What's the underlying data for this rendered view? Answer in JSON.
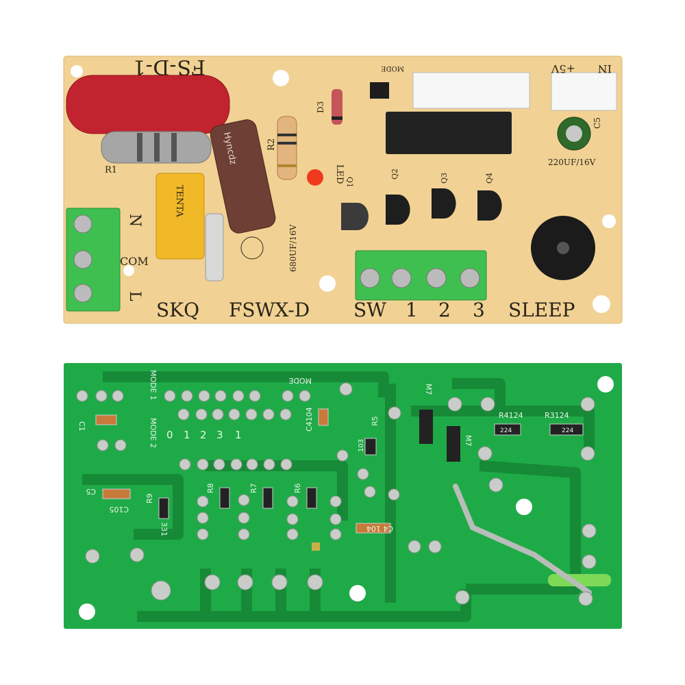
{
  "top_board": {
    "model_top": "FS-D-1",
    "mode_label": "MODE",
    "in_label": "IN",
    "v5_label": "+5V",
    "r1": "R1",
    "r2": "R2",
    "d3": "D3",
    "led": "LED",
    "q1": "Q1",
    "q2": "Q2",
    "q3": "Q3",
    "q4": "Q4",
    "c5": "C5",
    "c5_value": "220UF/16V",
    "cap_value": "680UF/16V",
    "cap_brand": "Hyncdz",
    "yellow_cap_brand": "TENTA",
    "n_label": "N",
    "com_label": "COM",
    "l_label": "L",
    "bottom_labels": [
      "SKQ",
      "FSWX-D",
      "SW",
      "1",
      "2",
      "3",
      "SLEEP"
    ],
    "colors": {
      "board": "#f1d294",
      "terminal": "#3fbf4f",
      "red_cap": "#c1232f"
    }
  },
  "bottom_board": {
    "labels": {
      "mode1": "MODE 1",
      "mode2": "MODE 2",
      "mode": "MODE",
      "c1": "C1",
      "c4104": "C4104",
      "r5": "R5",
      "r5_code": "103",
      "m7a": "M7",
      "m7b": "M7",
      "r4": "R4124",
      "r3": "R3124",
      "r4_code": "224",
      "r3_code": "224",
      "c5": "C5",
      "c105": "C105",
      "r9": "R9",
      "r8": "R8",
      "r7": "R7",
      "r6": "R6",
      "code331": "331",
      "c4104b": "C4 104",
      "header_digits": [
        "0",
        "1",
        "2",
        "3",
        "1"
      ]
    },
    "colors": {
      "board": "#1faa48",
      "trace": "#168a37"
    }
  }
}
